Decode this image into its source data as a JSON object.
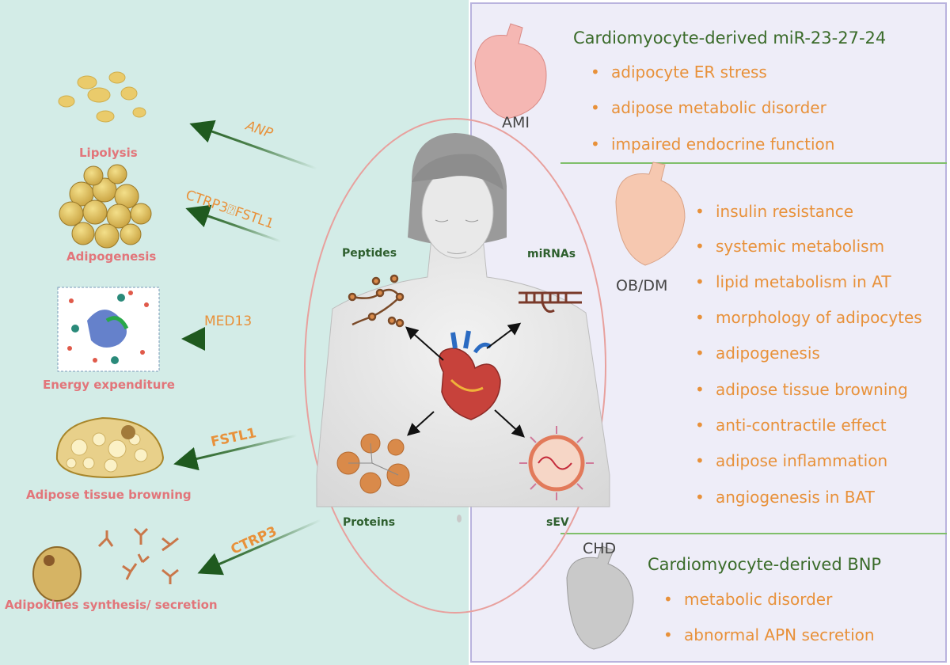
{
  "left_outcomes": [
    {
      "label": "Lipolysis"
    },
    {
      "label": "Adipogenesis"
    },
    {
      "label": "Energy expenditure"
    },
    {
      "label": "Adipose tissue browning"
    },
    {
      "label": "Adipokines synthesis/ secretion"
    }
  ],
  "arrow_labels": {
    "anp": "ANP",
    "ctrp3_fstl1": "CTRP3⍰FSTL1",
    "med13": "MED13",
    "fstl1": "FSTL1",
    "ctrp3": "CTRP3"
  },
  "body_labels": {
    "peptides": "Peptides",
    "mirnas": "miRNAs",
    "proteins": "Proteins",
    "sev": "sEV"
  },
  "sections": {
    "ami": {
      "condition": "AMI",
      "title": "Cardiomyocyte-derived miR-23-27-24",
      "items": [
        "adipocyte ER stress",
        "adipose metabolic disorder",
        "impaired endocrine function"
      ]
    },
    "obdm": {
      "condition": "OB/DM",
      "items": [
        "insulin resistance",
        "systemic metabolism",
        "lipid metabolism in AT",
        "morphology of adipocytes",
        "adipogenesis",
        "adipose tissue browning",
        "anti-contractile effect",
        "adipose inflammation",
        "angiogenesis in BAT"
      ]
    },
    "chd": {
      "condition": "CHD",
      "title": "Cardiomyocyte-derived BNP",
      "items": [
        "metabolic disorder",
        "abnormal APN secretion"
      ]
    }
  },
  "colors": {
    "left_bg": "#d3ece7",
    "right_bg": "#eeedf8",
    "orange": "#e8913a",
    "pink": "#e2757a",
    "green": "#2e5f2e"
  }
}
